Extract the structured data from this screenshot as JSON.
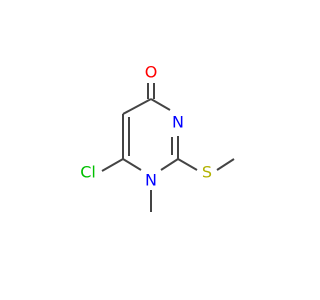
{
  "molecule": {
    "atoms": {
      "oxygen": {
        "label": "O",
        "color": "#ff0000"
      },
      "nitrogen_ring": {
        "label": "N",
        "color": "#0000ff"
      },
      "nitrogen_methyl": {
        "label": "N",
        "color": "#0000ff"
      },
      "sulfur": {
        "label": "S",
        "color": "#b2b200"
      },
      "chlorine": {
        "label": "Cl",
        "color": "#00c000"
      }
    },
    "bond_color": "#444444"
  }
}
